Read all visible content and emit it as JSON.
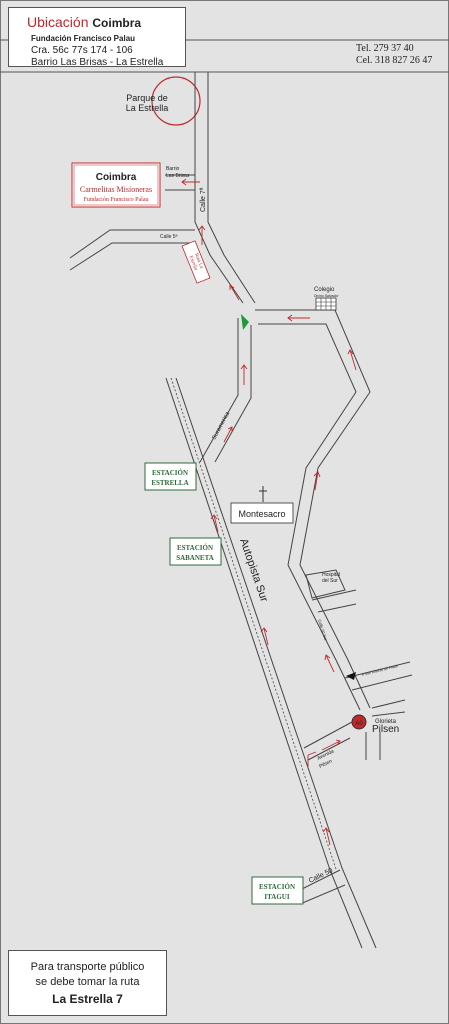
{
  "header": {
    "title_red": "Ubicación",
    "title_bold": "Coimbra",
    "subtitle": "Fundación Francisco Palau",
    "address_line1": "Cra. 56c 77s 174 - 106",
    "address_line2": "Barrio Las Brisas - La Estrella",
    "phone": "Tel. 279 37 40",
    "cell": "Cel. 318 827 26 47"
  },
  "map": {
    "park": "Parque de",
    "park2": "La Estrella",
    "coimbra_title": "Coimbra",
    "coimbra_line1": "Carmelitas Misioneras",
    "coimbra_line2": "Fundación Francisco Palau",
    "barrio": "Barrio",
    "barrio2": "Las Brisas",
    "calle5": "Calle 5ª",
    "calle7": "Calle 7ª",
    "ruta": "Ruta La",
    "ruta2": "Estrella",
    "colegio": "Colegio",
    "colegio2": "Divino Salvador",
    "suramerica": "Suramerica",
    "montesacro": "Montesacro",
    "autopista": "Autopista Sur",
    "hospital": "Hospital",
    "hospital2": "del Sur",
    "san_antonio": "A San Antonio de Prado",
    "glorieta": "Glorieta",
    "pilsen": "Pilsen",
    "avenida": "Avenida",
    "avenida2": "Pilsen",
    "glorieta_badge": "A0",
    "calle50": "Calle 50",
    "sur_road": "Calle 50 Sur",
    "stations": [
      {
        "line1": "ESTACIÓN",
        "line2": "ESTRELLA"
      },
      {
        "line1": "ESTACIÓN",
        "line2": "SABANETA"
      },
      {
        "line1": "ESTACIÓN",
        "line2": "ITAGUI"
      }
    ]
  },
  "footer": {
    "line1": "Para transporte público",
    "line2": "se debe tomar la ruta",
    "line3": "La Estrella 7"
  }
}
